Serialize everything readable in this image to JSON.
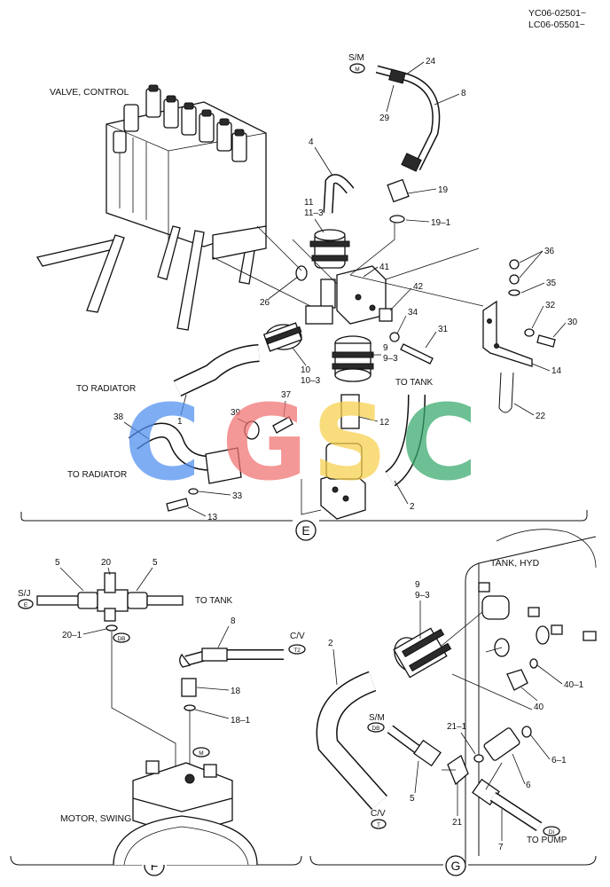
{
  "header": {
    "line1": "YC06-02501~",
    "line2": "LC06-05501~"
  },
  "titles": {
    "valve": "VALVE, CONTROL",
    "motor": "MOTOR, SWING",
    "tank": "TANK, HYD"
  },
  "flow_labels": {
    "to_radiator_1": "TO RADIATOR",
    "to_radiator_2": "TO RADIATOR",
    "to_tank_e": "TO TANK",
    "to_tank_f": "TO TANK",
    "to_pump": "TO PUMP",
    "sm_e": "S/M",
    "sj_f": "S/J",
    "cv_f": "C/V",
    "sm_g": "S/M",
    "cv_g": "C/V"
  },
  "connectors": {
    "sm_e": "M",
    "sj_f": "E",
    "db_f": "DB",
    "t2_f": "T2",
    "m_f": "M",
    "db_g": "DB",
    "t_g": "T",
    "di_g": "Di"
  },
  "sections": {
    "e": "E",
    "f": "F",
    "g": "G"
  },
  "watermark": {
    "letters": [
      "C",
      "G",
      "S",
      "C"
    ],
    "colors": [
      "#4f8ef0",
      "#f07070",
      "#f7cf4a",
      "#35a86a"
    ]
  },
  "callouts_e": {
    "c24": "24",
    "c8": "8",
    "c29": "29",
    "c4": "4",
    "c19": "19",
    "c19_1": "19–1",
    "c11": "11",
    "c11_3": "11–3",
    "c36": "36",
    "c41": "41",
    "c35": "35",
    "c42": "42",
    "c32": "32",
    "c30": "30",
    "c26": "26",
    "c34": "34",
    "c31": "31",
    "c9": "9",
    "c9_3": "9–3",
    "c14": "14",
    "c10": "10",
    "c10_3": "10–3",
    "c37": "37",
    "c39": "39",
    "c12": "12",
    "c22": "22",
    "c1": "1",
    "c38": "38",
    "c2": "2",
    "c33": "33",
    "c13": "13"
  },
  "callouts_f": {
    "c5a": "5",
    "c20": "20",
    "c5b": "5",
    "c20_1": "20–1",
    "c8": "8",
    "c18": "18",
    "c18_1": "18–1"
  },
  "callouts_g": {
    "c9": "9",
    "c9_3": "9–3",
    "c2": "2",
    "c40_1": "40–1",
    "c40": "40",
    "c21_1": "21–1",
    "c6_1": "6–1",
    "c6": "6",
    "c5": "5",
    "c21": "21",
    "c7": "7"
  }
}
